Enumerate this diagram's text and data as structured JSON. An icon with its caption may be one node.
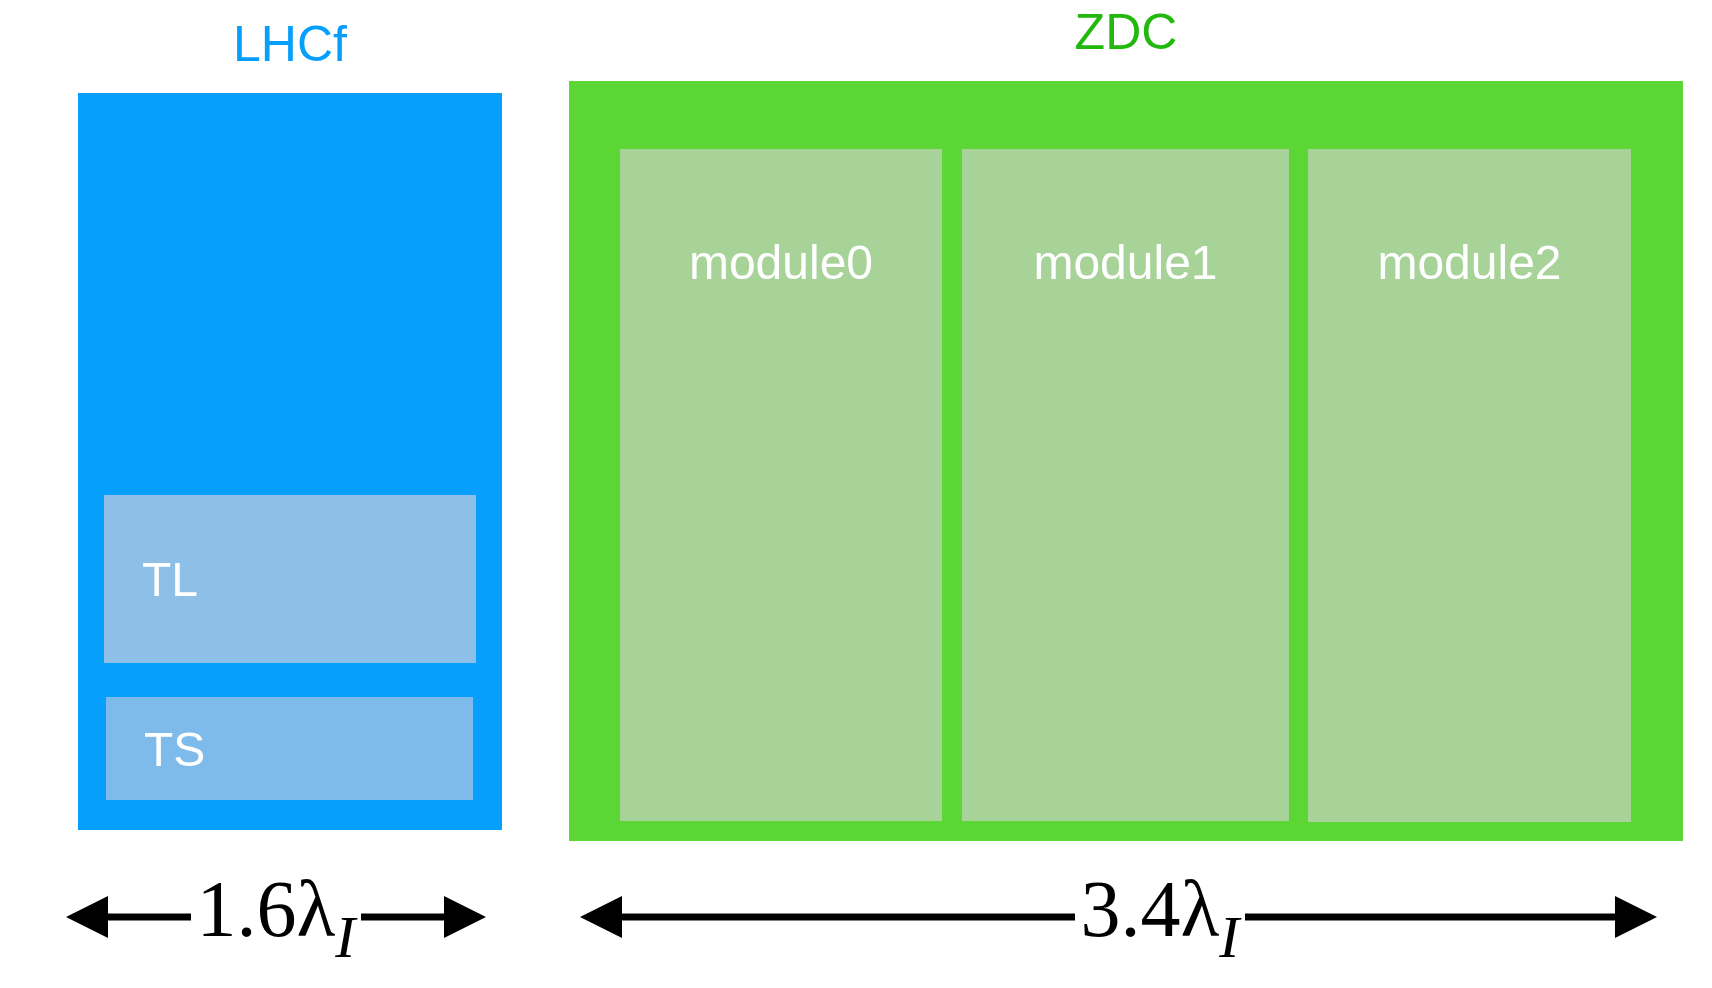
{
  "diagram": {
    "nodes": [
      {
        "text": [
          "LHCf"
        ]
      },
      {
        "text": [
          "TL"
        ],
        "in": 0
      },
      {
        "text": [
          "TS"
        ],
        "in": 0
      },
      {
        "text": [
          "ZDC"
        ]
      },
      {
        "text": [
          "module0"
        ],
        "in": 3
      },
      {
        "text": [
          "module1"
        ],
        "in": 3
      },
      {
        "text": [
          "module2"
        ],
        "in": 3
      }
    ],
    "edges": [],
    "labels": [
      "1.6λ$_{I}$",
      "3.4λ$_{I}$"
    ]
  }
}
